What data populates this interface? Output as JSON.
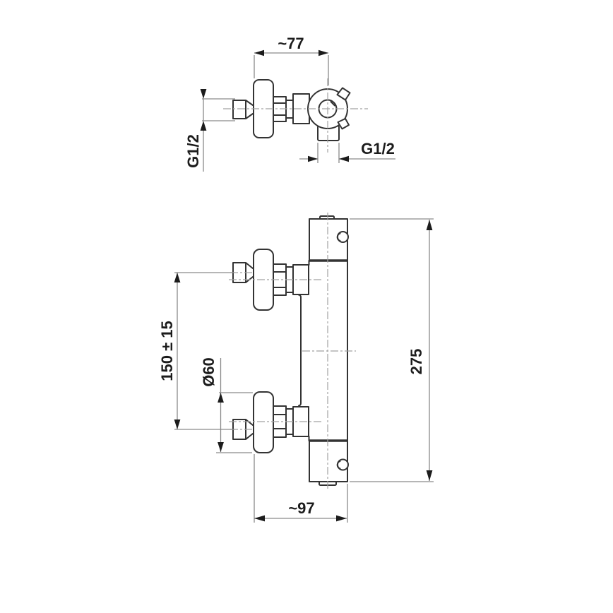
{
  "top_view": {
    "width_label": "~77",
    "inlet_thread_label": "G1/2",
    "outlet_thread_label": "G1/2"
  },
  "front_view": {
    "connection_spacing_label": "150 ± 15",
    "escutcheon_diameter_label": "Ø60",
    "total_height_label": "275",
    "depth_label": "~97"
  },
  "colors": {
    "background": "#ffffff",
    "outline": "#333333",
    "dimension_line": "#8a8a8a",
    "centerline": "#a2a2a2",
    "arrowhead": "#1c1c1c",
    "text": "#1c1c1c"
  }
}
